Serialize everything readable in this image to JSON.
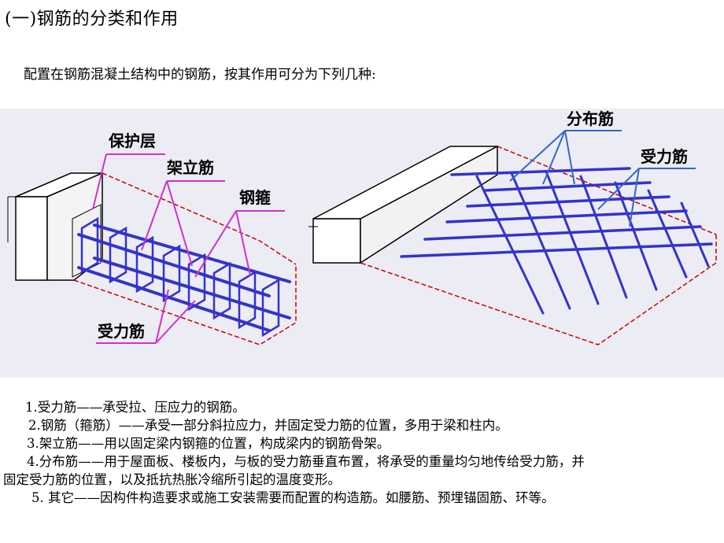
{
  "title": "(一)钢筋的分类和作用",
  "intro": "配置在钢筋混凝土结构中的钢筋，按其作用可分为下列几种:",
  "diagram": {
    "beam_labels": {
      "cover": "保护层",
      "erection_bar": "架立筋",
      "stirrup": "钢箍",
      "main_bar": "受力筋"
    },
    "slab_labels": {
      "distribution_bar": "分布筋",
      "main_bar": "受力筋"
    },
    "colors": {
      "rebar": "#3333cc",
      "leader": "#cc33cc",
      "outline": "#cc0000"
    }
  },
  "descriptions": {
    "line1": "1.受力筋——承受拉、压应力的钢筋。",
    "line2": "2.钢筋（箍筋）——承受一部分斜拉应力，并固定受力筋的位置，多用于梁和柱内。",
    "line3": "3.架立筋——用以固定梁内钢箍的位置，构成梁内的钢筋骨架。",
    "line4a": "4.分布筋——用于屋面板、楼板内，与板的受力筋垂直布置，将承受的重量均匀地传给受力筋，并",
    "line4b": "固定受力筋的位置，以及抵抗热胀冷缩所引起的温度变形。",
    "line5": "5. 其它——因构件构造要求或施工安装需要而配置的构造筋。如腰筋、预埋锚固筋、环等。"
  }
}
